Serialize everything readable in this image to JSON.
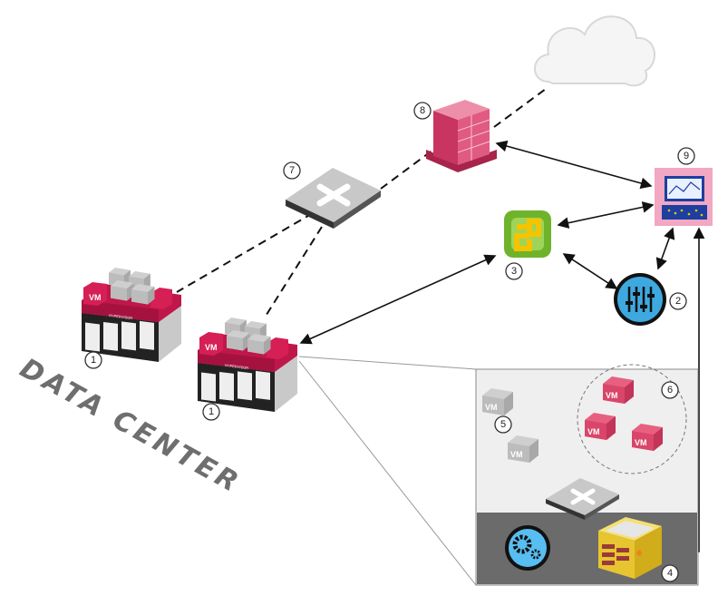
{
  "title": "DATA CENTER",
  "labels": {
    "n1a": "1",
    "n1b": "1",
    "n2": "2",
    "n3": "3",
    "n4": "4",
    "n5": "5",
    "n6": "6",
    "n7": "7",
    "n8": "8",
    "n9": "9"
  },
  "vm_label": "VM",
  "hypervisor_label": "HYPERVISOR",
  "colors": {
    "hypervisor": "#c0174a",
    "vm_pink": "#e8607f",
    "vm_gray": "#b9b9b9",
    "firewall": "#d4416a",
    "vcenter_green": "#7cbf2e",
    "vcenter_yellow": "#f5c400",
    "control_blue": "#3ea9e0",
    "inset_dark": "#6b6b6b",
    "inset_light": "#efefef",
    "monitor_frame": "#f2a7c3"
  },
  "icons": [
    "cloud-icon",
    "firewall-icon",
    "switch-icon",
    "vcenter-icon",
    "monitor-icon",
    "control-panel-icon",
    "hypervisor-icon",
    "gears-icon",
    "firewall-appliance-icon"
  ]
}
